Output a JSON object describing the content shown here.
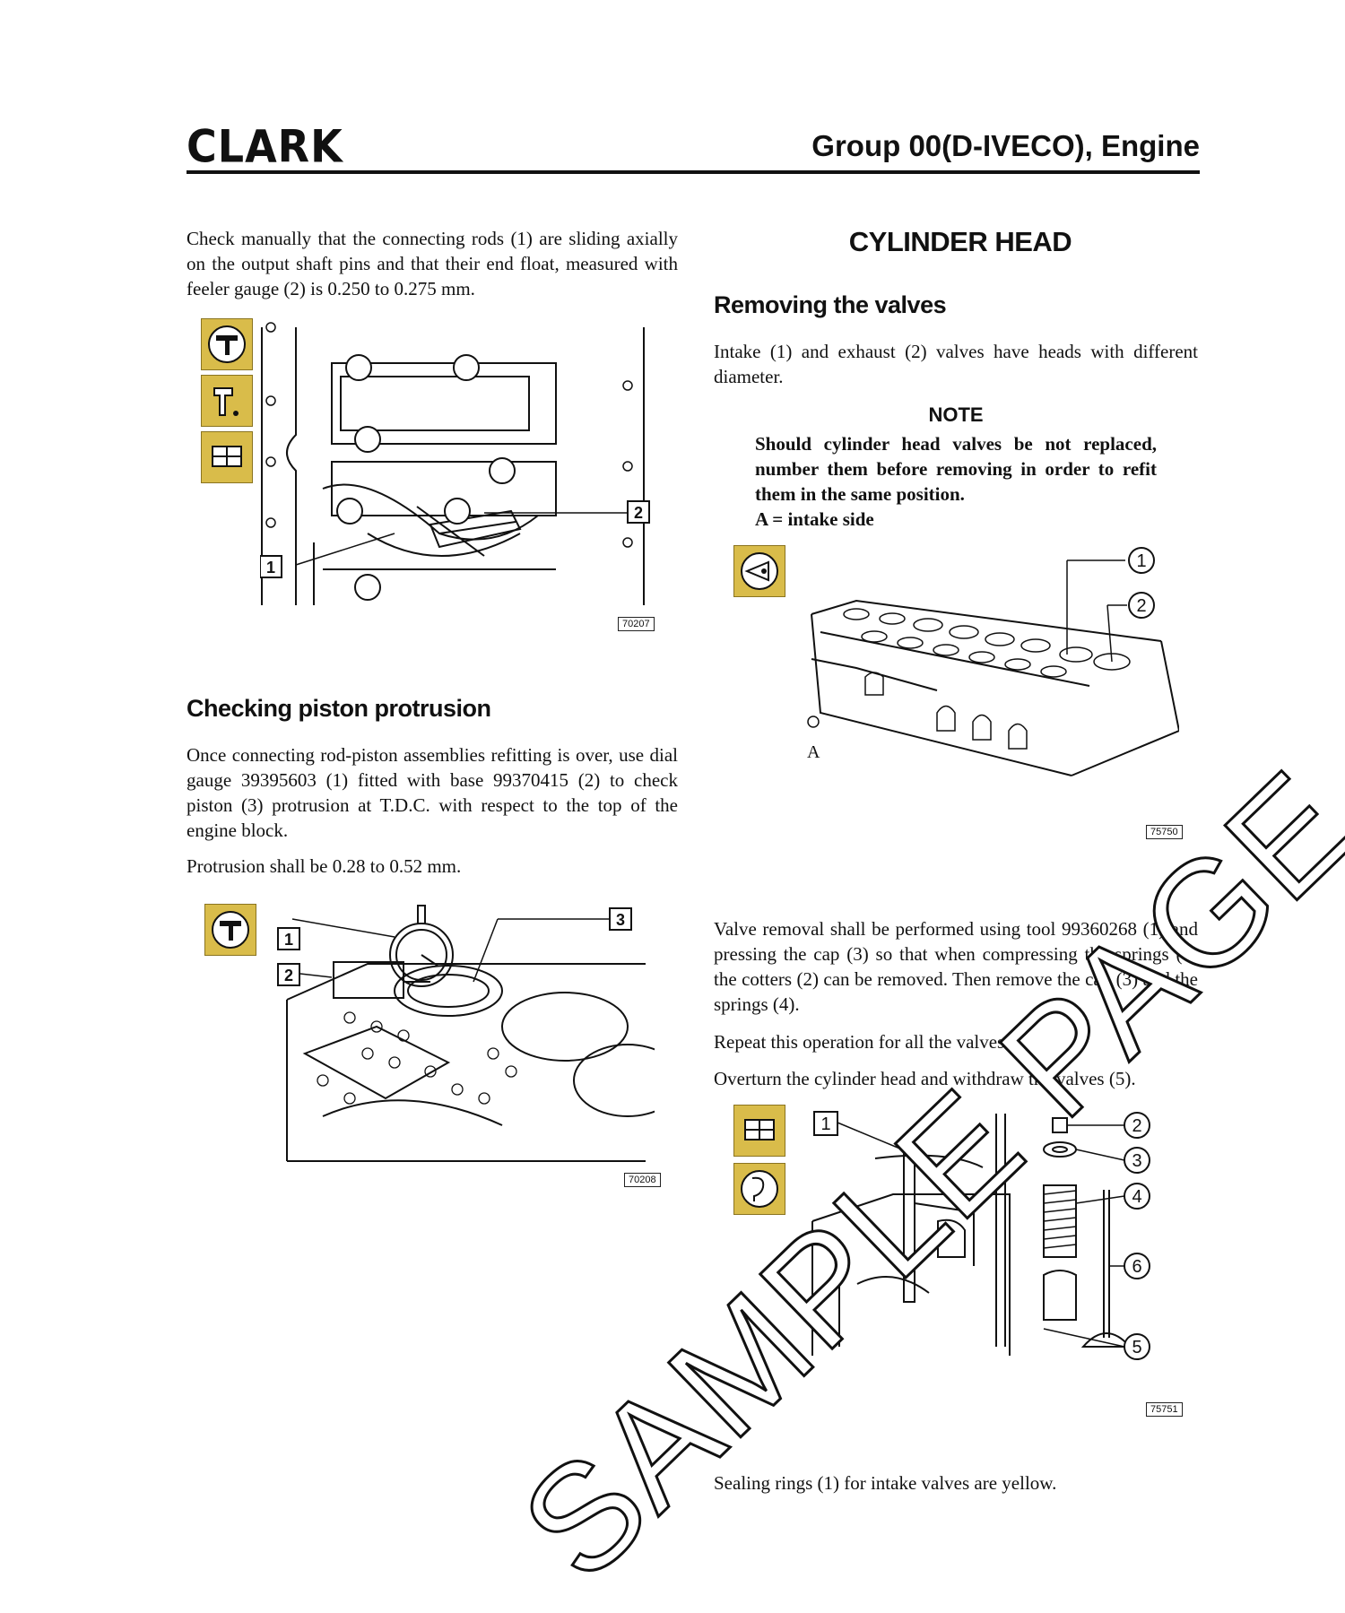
{
  "header": {
    "logo_text": "CLARK",
    "title": "Group 00(D-IVECO), Engine"
  },
  "left": {
    "para1": "Check manually that the connecting rods (1) are sliding axially on the output shaft pins and that their end float, measured with feeler gauge (2) is 0.250 to 0.275 mm.",
    "fig1": {
      "tag": "70207",
      "callouts": [
        "1",
        "2"
      ]
    },
    "section_heading": "Checking piston protrusion",
    "para2": "Once connecting rod-piston assemblies refitting is over, use dial gauge 39395603 (1) fitted with base 99370415 (2) to check piston (3) protrusion at T.D.C. with respect to the top of the engine block.",
    "para3": "Protrusion shall be 0.28 to 0.52 mm.",
    "fig2": {
      "tag": "70208",
      "callouts": [
        "1",
        "2",
        "3"
      ]
    }
  },
  "right": {
    "main_heading": "CYLINDER HEAD",
    "sub_heading": "Removing the valves",
    "para1": "Intake (1) and exhaust (2) valves have heads with different diameter.",
    "note_title": "NOTE",
    "note_body": "Should cylinder head valves be not replaced, number them before removing in order to refit them in the same position.",
    "note_extra": "A = intake side",
    "fig3": {
      "tag": "75750",
      "callouts": [
        "1",
        "2"
      ],
      "label_a": "A"
    },
    "para2": "Valve removal shall be performed using tool 99360268 (1) and pressing the cap (3) so that when compressing the springs (4) the cotters (2) can be removed. Then remove the cap (3) and the springs (4).",
    "para3": "Repeat this operation for all the valves.",
    "para4": "Overturn the cylinder head and withdraw the valves (5).",
    "fig4": {
      "tag": "75751",
      "callouts": [
        "1",
        "2",
        "3",
        "4",
        "5",
        "6"
      ]
    },
    "para5": "Sealing rings (1) for intake valves are yellow."
  },
  "watermark": "SAMPLE PAGE",
  "colors": {
    "icon_fill": "#d9bc4a",
    "text": "#111111"
  }
}
